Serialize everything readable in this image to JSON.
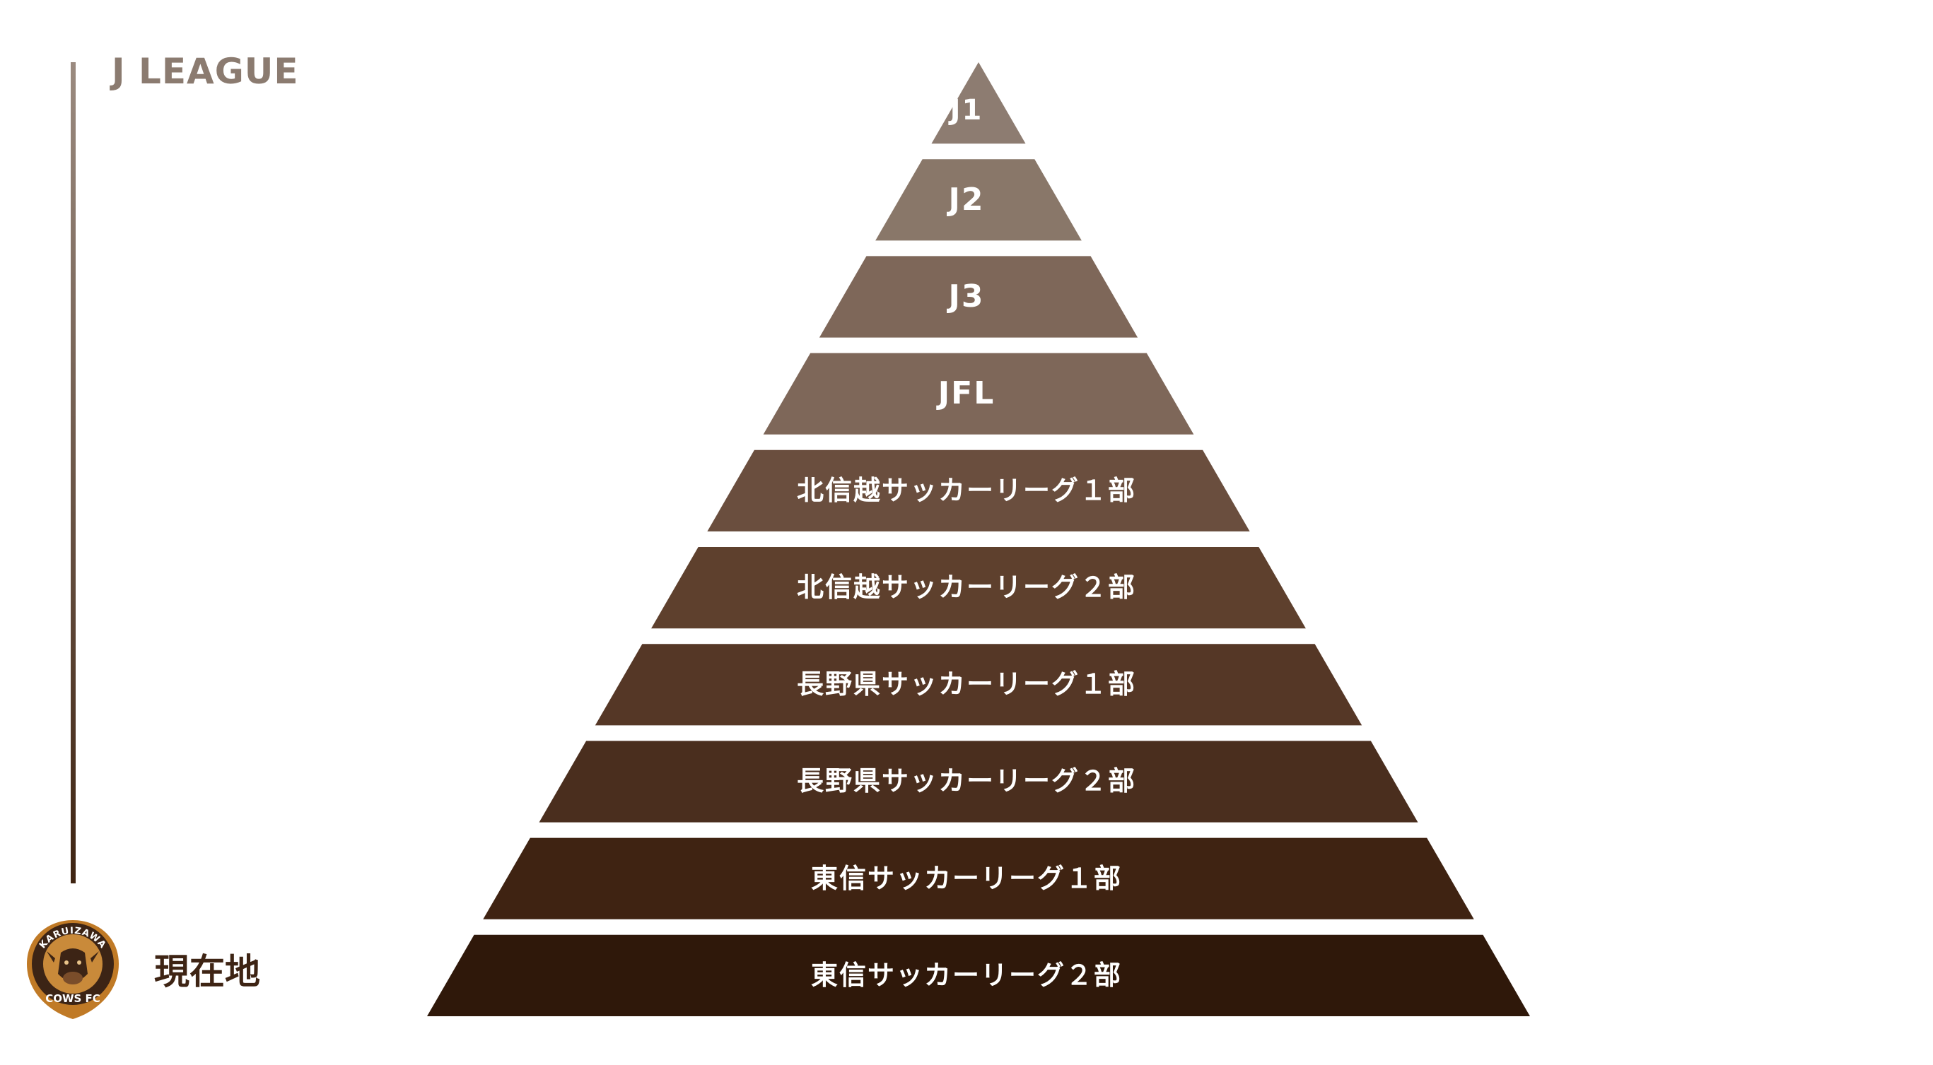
{
  "header": {
    "title": "J LEAGUE"
  },
  "current_position": {
    "label": "現在地",
    "logo": {
      "top_text": "KARUIZAWA",
      "main_text": "COWS FC",
      "icon": "cow-emblem"
    }
  },
  "colors": {
    "title": "#8b7b70",
    "current_label": "#3e2414",
    "bar_top": "#9b8b80",
    "bar_bottom": "#3f2412",
    "logo_outer": "#c07a26",
    "logo_inner": "#3c2415"
  },
  "pyramid": {
    "tiers": [
      {
        "label": "J1",
        "color": "#8d7c71"
      },
      {
        "label": "J2",
        "color": "#897769"
      },
      {
        "label": "J3",
        "color": "#7e6759"
      },
      {
        "label": "JFL",
        "color": "#7e6759"
      },
      {
        "label": "北信越サッカーリーグ１部",
        "color": "#6a4e3e"
      },
      {
        "label": "北信越サッカーリーグ２部",
        "color": "#5e402d"
      },
      {
        "label": "長野県サッカーリーグ１部",
        "color": "#553726"
      },
      {
        "label": "長野県サッカーリーグ２部",
        "color": "#4a2e1e"
      },
      {
        "label": "東信サッカーリーグ１部",
        "color": "#3f2312"
      },
      {
        "label": "東信サッカーリーグ２部",
        "color": "#2f180a"
      }
    ]
  }
}
